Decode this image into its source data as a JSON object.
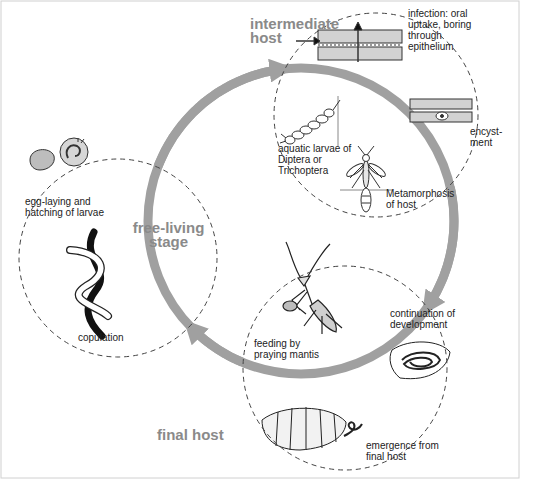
{
  "diagram": {
    "nodes": [
      {
        "text": [
          "intermediate host",
          "infection: oral uptake, boring through epithelium",
          "encyst- ment",
          "aquatic larvae of Diptera or Trichoptera",
          "Metamorphosis of host"
        ]
      },
      {
        "text": [
          "free-living stage",
          "egg-laying and hatching of larvae",
          "copulation"
        ]
      },
      {
        "text": [
          "final host",
          "feeding by praying mantis",
          "continuation of development",
          "emergence from final host"
        ]
      }
    ],
    "edges": [
      {
        "from": 0,
        "to": 2,
        "arrow": "to"
      },
      {
        "from": 2,
        "to": 1,
        "arrow": "to"
      },
      {
        "from": 1,
        "to": 0,
        "arrow": "to"
      }
    ]
  }
}
